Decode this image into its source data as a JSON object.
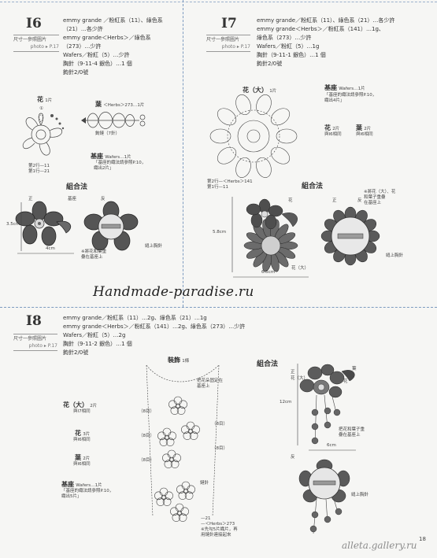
{
  "watermarks": {
    "center": "Handmade-paradise.ru",
    "corner": "alleta.gallery.ru"
  },
  "common": {
    "size_ref": "尺寸一參照圖片",
    "photo": "photo ▸ P.17"
  },
  "i6": {
    "code": "I6",
    "materials": [
      "emmy grande ／粉紅系（11）、綠色系",
      "（21）…各少許",
      "emmy grande＜Herbs＞／綠色系",
      "（273）…少許",
      "Wafers／粉紅（5）…少許",
      "胸針（9-11-4 銀色）…1 個",
      "鉤針2/0號"
    ],
    "flower_label": "花",
    "flower_count": "1片",
    "leaf_label": "葉",
    "leaf_note": "＜Herbs＞273…1片",
    "leaf_stitch": "鉤鏈（7針）",
    "base_label": "基座",
    "base_note1": "Wafers…1片",
    "base_note2": "「基座的織法請參照P.10，",
    "base_note3": "織出2片」",
    "round2": "第2行—11",
    "round1": "第1行—21",
    "assembly_title": "組合法",
    "front": "正",
    "back": "反",
    "base": "基座",
    "dim_h": "3.5cm",
    "dim_w": "4cm",
    "note1": "※將花和葉重",
    "note2": "疊在基座上"
  },
  "i7": {
    "code": "I7",
    "materials": [
      "emmy grande／粉紅系（11）、綠色系（21）…各少許",
      "emmy grande＜Herbs＞／粉紅系（141）…1g、",
      "綠色系（273）…少許",
      "Wafers／粉紅（5）…1g",
      "胸針（9-11-1 銀色）…1 個",
      "鉤針2/0號"
    ],
    "flower_label": "花（大）",
    "flower_count": "1片",
    "base_label": "基座",
    "base_note1": "Wafers…1片",
    "base_note2": "「基座的織法請參照P.10，",
    "base_note3": "織出4片」",
    "small_flower_label": "花",
    "small_flower_count": "2片",
    "small_flower_ref": "與I6相同",
    "leaf_label": "葉",
    "leaf_count": "2片",
    "leaf_ref": "與I6相同",
    "round2": "第2行—＜Herbs＞141",
    "round1": "第1行—11",
    "assembly_title": "組合法",
    "flower_tag": "花",
    "big_flower_tag": "花（大）",
    "dim_h": "5.8cm",
    "dim_w": "6.5cm",
    "note1": "※將花（大）、花",
    "note2": "和葉子重疊",
    "note3": "在基座上",
    "front": "正",
    "back": "反",
    "base": "基座",
    "sew": "縫上胸針"
  },
  "i8": {
    "code": "I8",
    "materials": [
      "emmy grande／粉紅系（11）…2g、綠色系（21）…1g",
      "emmy grande＜Herbs＞／粉紅系（141）…2g、綠色系（273）…少許",
      "Wafers／粉紅（5）…2g",
      "胸針（9-11-2 銀色）…1 個",
      "鉤針2/0號"
    ],
    "deco_label": "裝飾",
    "deco_count": "1條",
    "deco_note1": "把花朵固定在",
    "deco_note2": "基座上",
    "big_flower_label": "花（大）",
    "big_flower_count": "2片",
    "big_flower_ref": "與I7相同",
    "flower_label": "花",
    "flower_count": "3片",
    "flower_ref": "與I6相同",
    "leaf_label": "葉",
    "leaf_count": "2片",
    "leaf_ref": "與I6相同",
    "base_label": "基座",
    "base_note1": "Wafers…1片",
    "base_note2": "「基座的織法請參照P.10，",
    "base_note3": "織出5片」",
    "chain_8": "（8目）",
    "center_label": "鏈針",
    "bottom_note1": "—21",
    "bottom_note2": "—＜Herbs＞273",
    "bottom_note3": "※先勾5片織片，再",
    "bottom_note4": "用鏈針連接起來",
    "assembly_title": "組合法",
    "flower_tag": "花（大）",
    "small_flower_tag": "花",
    "leaf_tag": "葉",
    "front": "正",
    "back": "反",
    "dim_h": "12cm",
    "dim_w": "6cm",
    "note1": "把花和葉子重",
    "note2": "疊在基座上",
    "sew": "縫上胸針"
  },
  "page_number": "18"
}
